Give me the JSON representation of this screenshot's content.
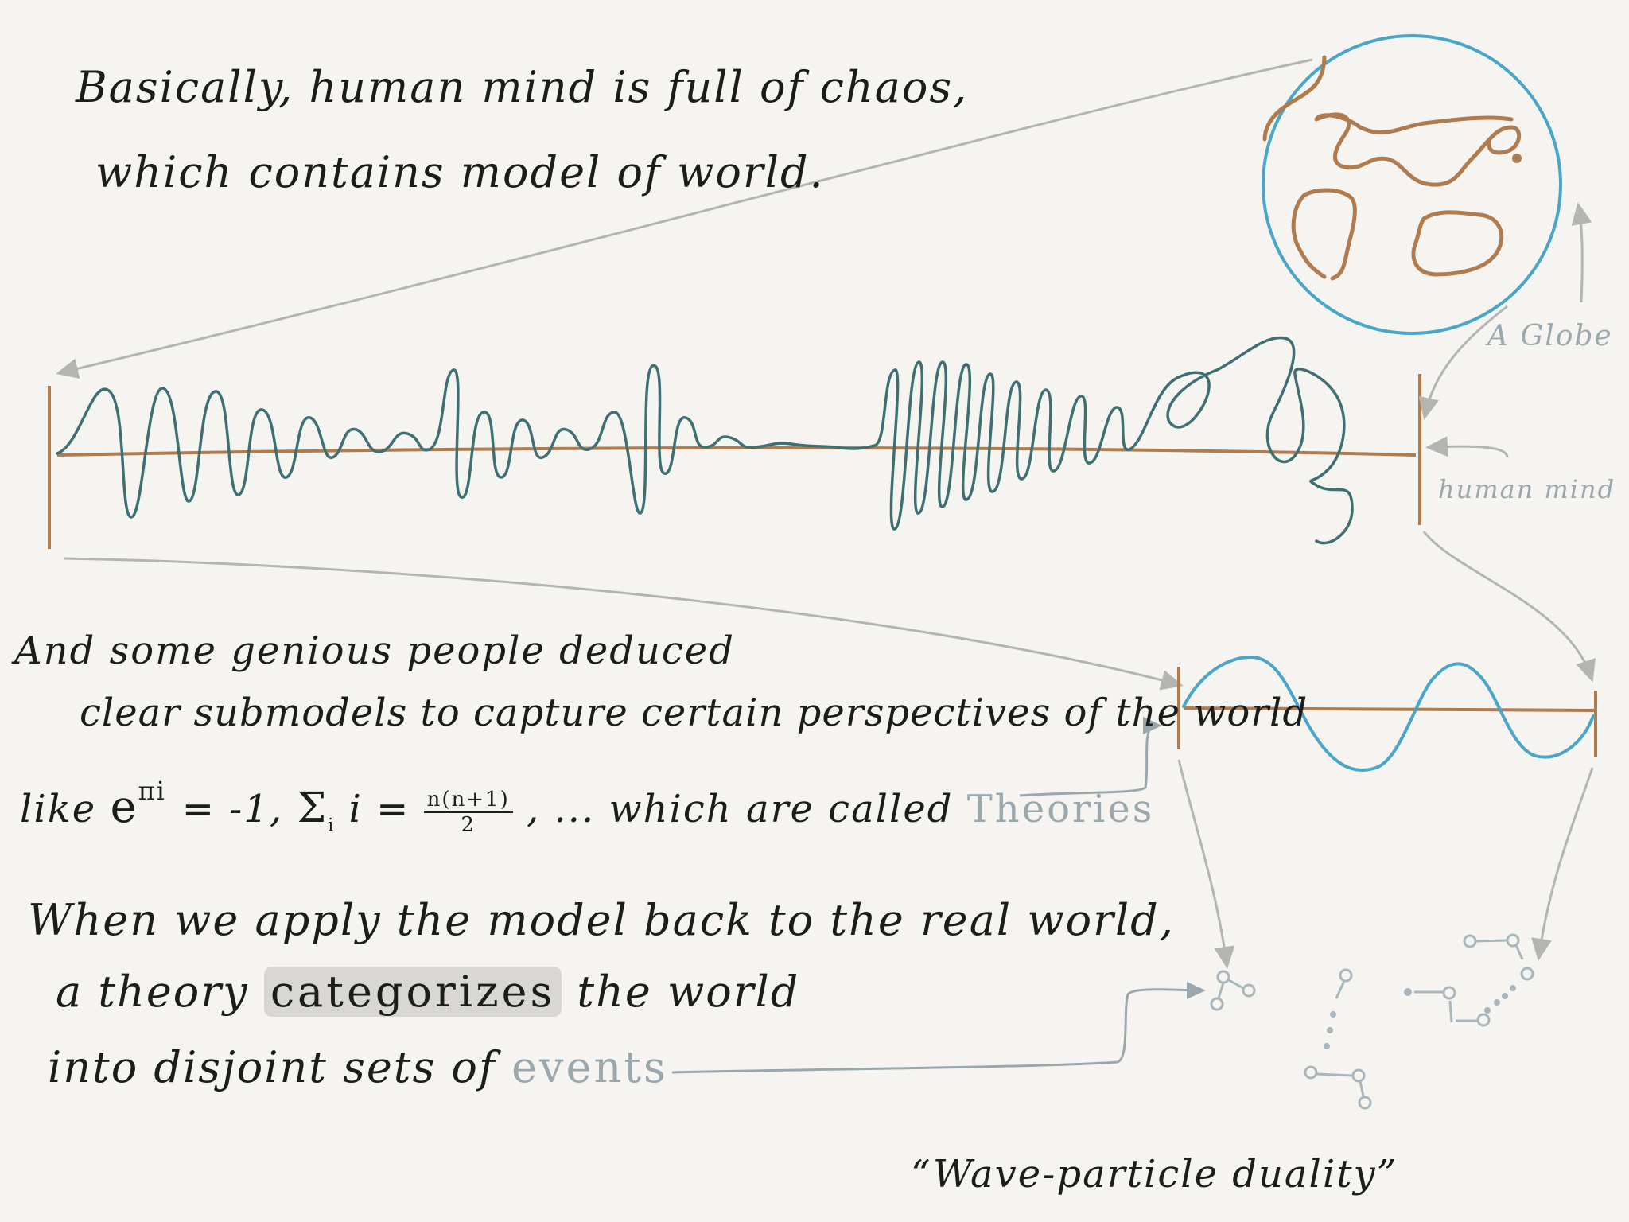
{
  "title_lines": {
    "line1": "Basically, human mind is full of chaos,",
    "line2": "which contains model of world."
  },
  "labels": {
    "globe": "A Globe",
    "human_mind": "human mind"
  },
  "theories_paragraph": {
    "line1": "And some genious people deduced",
    "line2": "clear submodels to capture certain perspectives of the world",
    "line3_prefix": "like",
    "eq1_base": "e",
    "eq1_exp": "πi",
    "eq1_rhs": "= -1,",
    "eq2_sum": "Σ",
    "eq2_sub": "i",
    "eq2_lhs": "i =",
    "eq2_num": "n(n+1)",
    "eq2_den": "2",
    "line3_suffix": ", ... which are called",
    "theories_word": "Theories"
  },
  "events_paragraph": {
    "line1": "When we apply the model back to the real world,",
    "line2_prefix": "a theory",
    "highlight_word": "categorizes",
    "line2_suffix": "the world",
    "line3_prefix": "into disjoint sets of",
    "events_word": "events"
  },
  "duality_caption": "“Wave-particle duality”",
  "colors": {
    "ink": "#1c1c1c",
    "gray_arrow": "#b4b4b2",
    "gray_text": "#9aa8ad",
    "brown": "#b07b4f",
    "teal_wave": "#3e6f73",
    "blue": "#4aa6c9",
    "event_gray": "#a9b7bc"
  },
  "icons": {
    "globe": "globe-icon",
    "chaos_wave": "chaotic-wave-icon",
    "sine_wave": "sine-wave-icon",
    "event_clusters": "event-cluster-icon"
  }
}
